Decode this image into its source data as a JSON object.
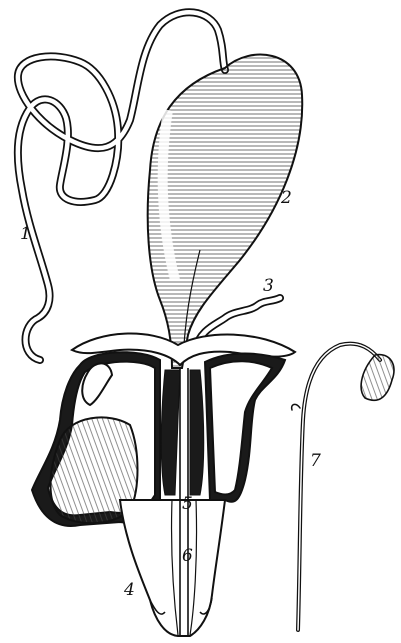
{
  "labels": {
    "l1": "1",
    "l2": "2",
    "l3": "3",
    "l4": "4",
    "l5": "5",
    "l6": "6",
    "l7": "7"
  },
  "colors": {
    "ink": "#111111",
    "shade": "#1a1a1a",
    "paper": "#ffffff"
  }
}
